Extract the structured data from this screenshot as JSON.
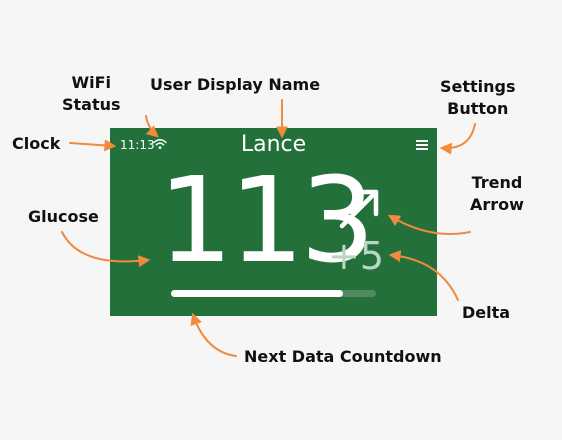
{
  "labels": {
    "wifi_status_line1": "WiFi",
    "wifi_status_line2": "Status",
    "user_display_name": "User Display Name",
    "settings_line1": "Settings",
    "settings_line2": "Button",
    "clock": "Clock",
    "trend_line1": "Trend",
    "trend_line2": "Arrow",
    "glucose": "Glucose",
    "delta": "Delta",
    "countdown": "Next Data Countdown"
  },
  "screen": {
    "clock": "11:13",
    "user_name": "Lance",
    "glucose": "113",
    "delta": "+5",
    "trend": "rising-arrow-icon",
    "countdown_fraction": 0.84
  },
  "colors": {
    "background": "#f6f6f6",
    "screen": "#24703b",
    "callout_arrow": "#f08a3c",
    "delta_text": "#b8d6c2"
  },
  "icons": {
    "wifi": "wifi-icon",
    "settings": "menu-icon",
    "trend": "arrow-up-right-icon"
  }
}
